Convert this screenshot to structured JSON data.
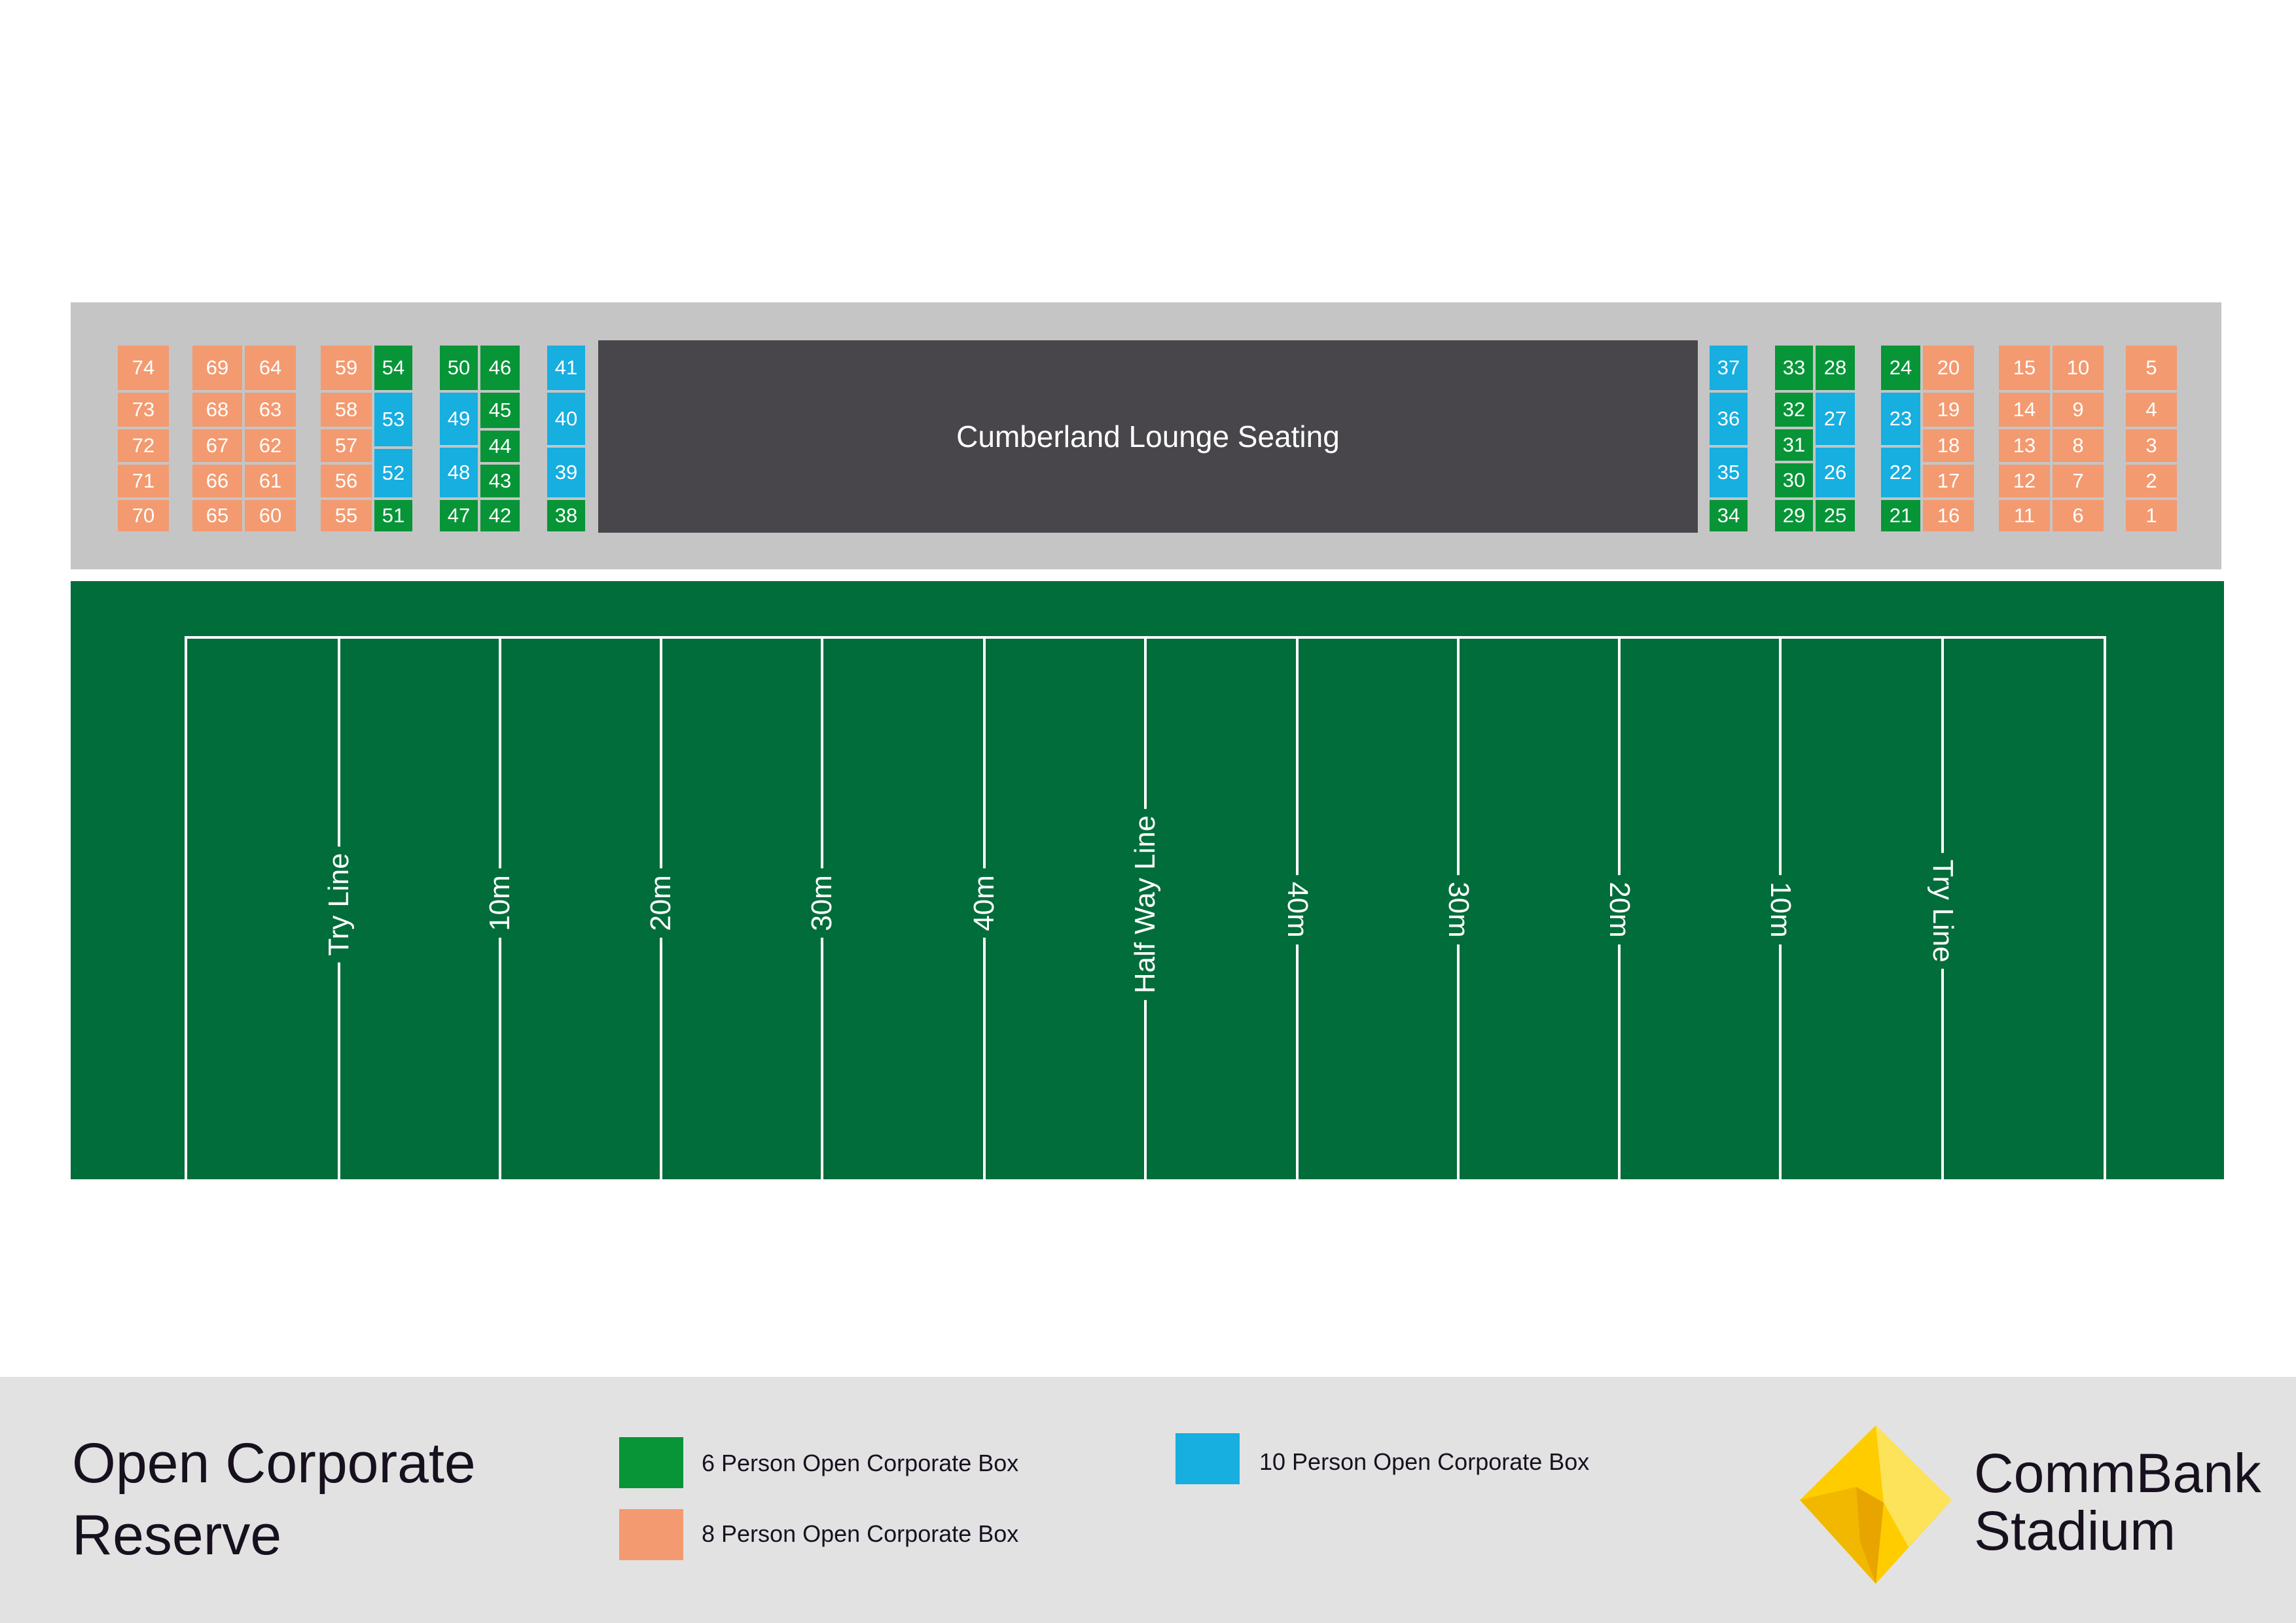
{
  "lounge_label": "Cumberland Lounge Seating",
  "legend": {
    "title_line1": "Open Corporate",
    "title_line2": "Reserve",
    "items": [
      {
        "label": "6 Person Open Corporate Box",
        "color": "#079537"
      },
      {
        "label": "8 Person Open Corporate Box",
        "color": "#f39a70"
      },
      {
        "label": "10 Person Open Corporate Box",
        "color": "#17aee0"
      }
    ]
  },
  "brand": {
    "line1": "CommBank",
    "line2": "Stadium"
  },
  "colors": {
    "six": "#079537",
    "eight": "#f39a70",
    "ten": "#17aee0",
    "lounge": "#48464a",
    "pitch": "#016d3a",
    "stand": "#c5c5c5"
  },
  "boxes": {
    "b1": "1",
    "b2": "2",
    "b3": "3",
    "b4": "4",
    "b5": "5",
    "b6": "6",
    "b7": "7",
    "b8": "8",
    "b9": "9",
    "b10": "10",
    "b11": "11",
    "b12": "12",
    "b13": "13",
    "b14": "14",
    "b15": "15",
    "b16": "16",
    "b17": "17",
    "b18": "18",
    "b19": "19",
    "b20": "20",
    "b21": "21",
    "b22": "22",
    "b23": "23",
    "b24": "24",
    "b25": "25",
    "b26": "26",
    "b27": "27",
    "b28": "28",
    "b29": "29",
    "b30": "30",
    "b31": "31",
    "b32": "32",
    "b33": "33",
    "b34": "34",
    "b35": "35",
    "b36": "36",
    "b37": "37",
    "b38": "38",
    "b39": "39",
    "b40": "40",
    "b41": "41",
    "b42": "42",
    "b43": "43",
    "b44": "44",
    "b45": "45",
    "b46": "46",
    "b47": "47",
    "b48": "48",
    "b49": "49",
    "b50": "50",
    "b51": "51",
    "b52": "52",
    "b53": "53",
    "b54": "54",
    "b55": "55",
    "b56": "56",
    "b57": "57",
    "b58": "58",
    "b59": "59",
    "b60": "60",
    "b61": "61",
    "b62": "62",
    "b63": "63",
    "b64": "64",
    "b65": "65",
    "b66": "66",
    "b67": "67",
    "b68": "68",
    "b69": "69",
    "b70": "70",
    "b71": "71",
    "b72": "72",
    "b73": "73",
    "b74": "74"
  },
  "field_lines": {
    "try_line_left": "Try Line",
    "m10_left": "10m",
    "m20_left": "20m",
    "m30_left": "30m",
    "m40_left": "40m",
    "half_way": "Half Way Line",
    "m40_right": "40m",
    "m30_right": "30m",
    "m20_right": "20m",
    "m10_right": "10m",
    "try_line_right": "Try Line"
  }
}
